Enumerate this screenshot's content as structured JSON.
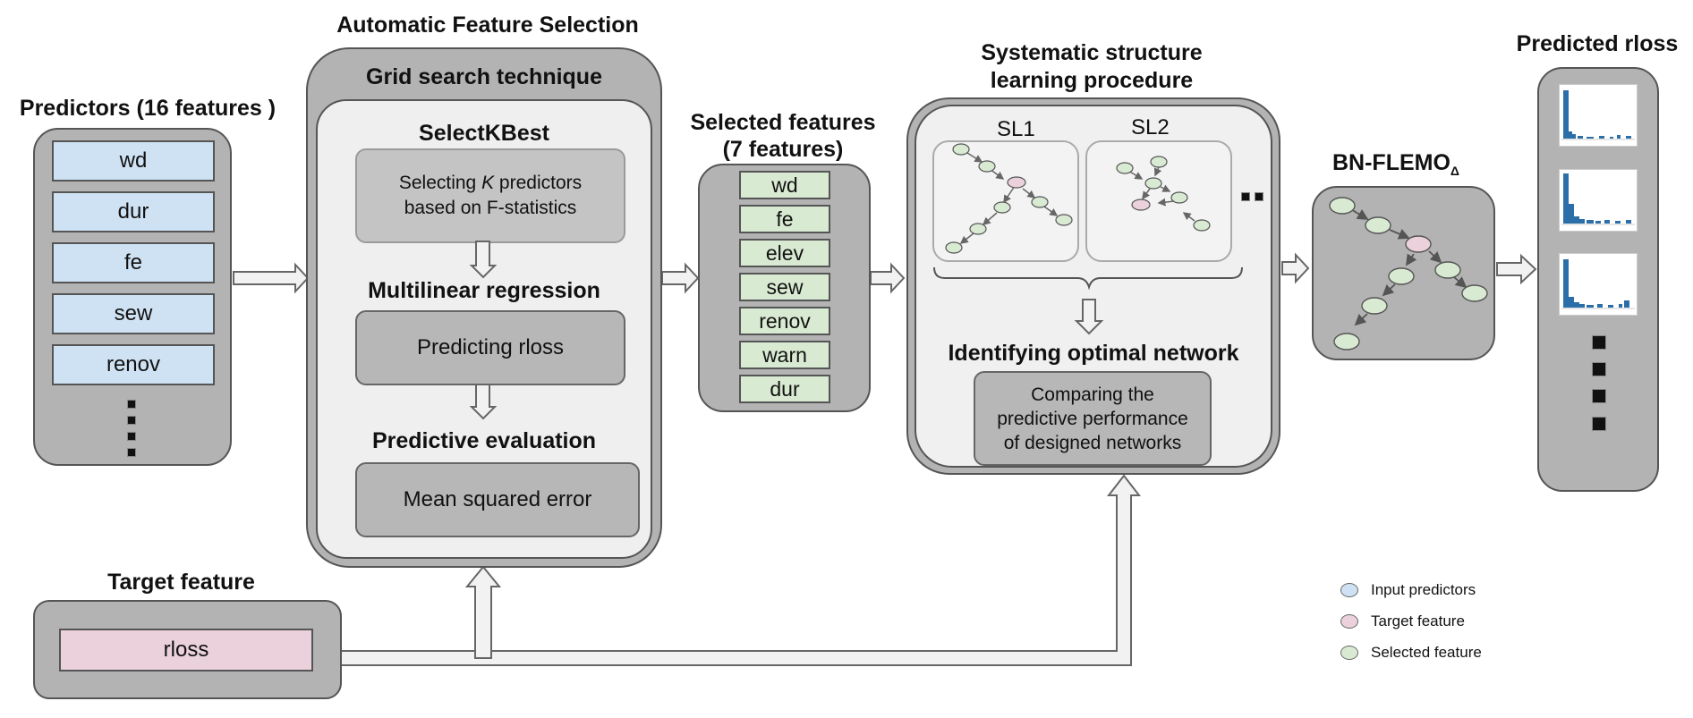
{
  "predictors": {
    "title": "Predictors (16 features )",
    "items": [
      "wd",
      "dur",
      "fe",
      "sew",
      "renov"
    ]
  },
  "feature_selection": {
    "title": "Automatic Feature Selection",
    "grid_search_title": "Grid search technique",
    "selectkbest": {
      "title": "SelectKBest",
      "text_before": "Selecting ",
      "text_k": "K",
      "text_after": " predictors",
      "text_line2": "based on F-statistics"
    },
    "regression": {
      "title": "Multilinear regression",
      "box": "Predicting rloss"
    },
    "evaluation": {
      "title": "Predictive evaluation",
      "box": "Mean squared error"
    }
  },
  "selected": {
    "title_line1": "Selected features",
    "title_line2": "(7 features)",
    "items": [
      "wd",
      "fe",
      "elev",
      "sew",
      "renov",
      "warn",
      "dur"
    ]
  },
  "structure": {
    "title_line1": "Systematic structure",
    "title_line2": "learning procedure",
    "sl1": "SL1",
    "sl2": "SL2",
    "optimal_title": "Identifying optimal network",
    "optimal_box_line1": "Comparing the",
    "optimal_box_line2": "predictive performance",
    "optimal_box_line3": "of designed networks"
  },
  "bn": {
    "title": "BN-FLEMO",
    "subscript": "Δ"
  },
  "predicted": {
    "title": "Predicted rloss"
  },
  "target": {
    "title": "Target feature",
    "value": "rloss"
  },
  "legend": [
    {
      "label": "Input predictors",
      "color": "#cfe2f3"
    },
    {
      "label": "Target feature",
      "color": "#ead1dc"
    },
    {
      "label": "Selected feature",
      "color": "#d9ead3"
    }
  ],
  "colors": {
    "input": "#cfe2f3",
    "target": "#ead1dc",
    "selected": "#d9ead3",
    "panel": "#b3b3b3",
    "inner": "#efefef",
    "histogram": "#2b6ea8"
  }
}
